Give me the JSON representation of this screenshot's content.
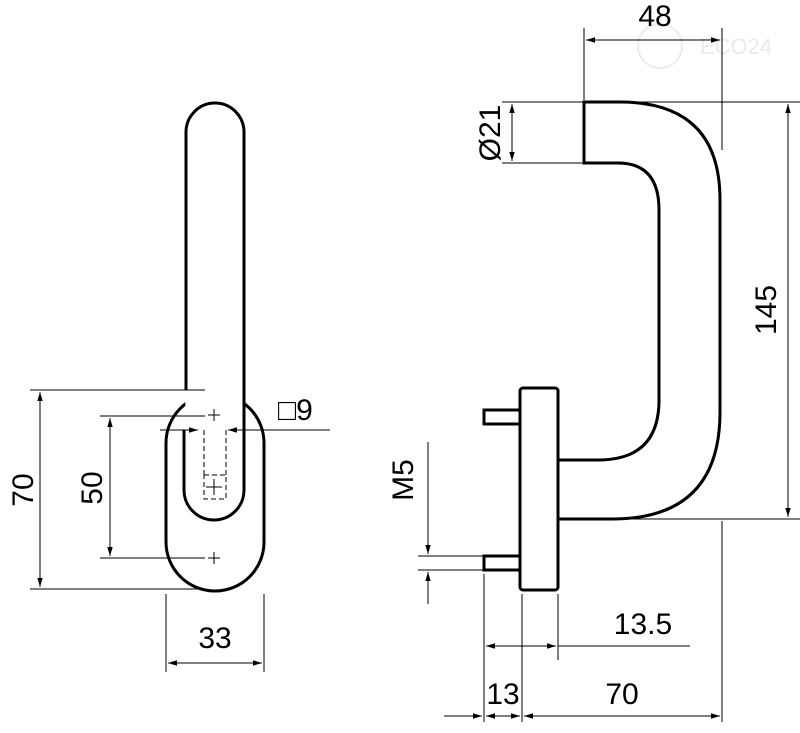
{
  "watermark": {
    "text": "ECO24"
  },
  "front_view": {
    "dim_height_outer": "70",
    "dim_height_inner": "50",
    "dim_width": "33",
    "dim_square": "□9"
  },
  "side_view": {
    "dim_top_width": "48",
    "dim_diameter": "Ø21",
    "dim_total_height": "145",
    "dim_thread": "M5",
    "dim_offset": "13.5",
    "dim_pin_length": "13",
    "dim_projection": "70"
  }
}
